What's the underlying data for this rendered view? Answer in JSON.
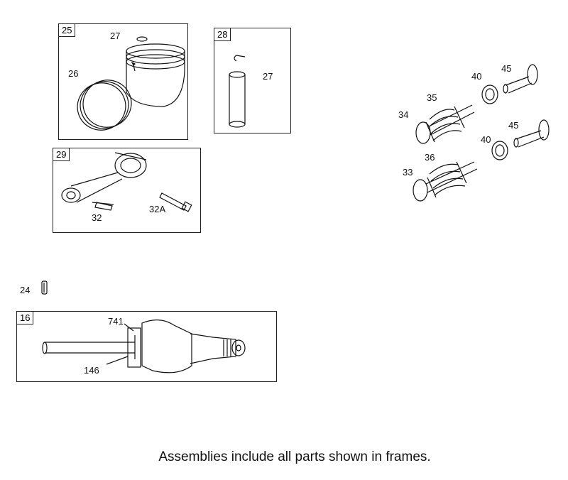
{
  "frames": {
    "f25": "25",
    "f28": "28",
    "f29": "29",
    "f16": "16"
  },
  "labels": {
    "p27a": "27",
    "p26": "26",
    "p27b": "27",
    "p32": "32",
    "p32a": "32A",
    "p24": "24",
    "p741": "741",
    "p146": "146",
    "p40a": "40",
    "p45a": "45",
    "p35": "35",
    "p34": "34",
    "p40b": "40",
    "p45b": "45",
    "p36": "36",
    "p33": "33"
  },
  "caption": "Assemblies include all parts shown in frames."
}
